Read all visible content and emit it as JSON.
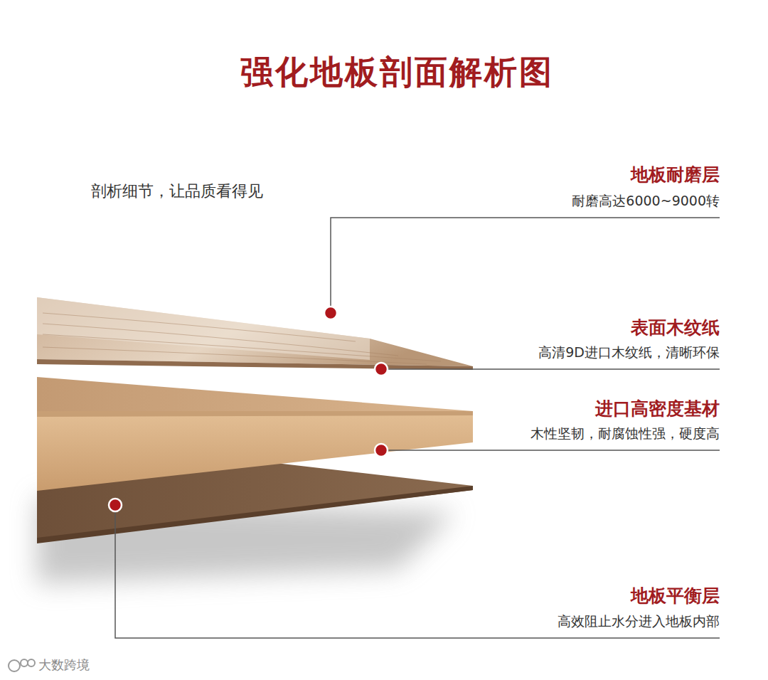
{
  "diagram": {
    "title": "强化地板剖面解析图",
    "labels": [
      "剖析细节，让品质看得见",
      "地板耐磨层",
      "耐磨高达6000~9000转",
      "表面木纹纸",
      "高清9D进口木纹纸，清晰环保",
      "进口高密度基材",
      "木性坚韧，耐腐蚀性强，硬度高",
      "地板平衡层",
      "高效阻止水分进入地板内部",
      "大数跨境"
    ]
  }
}
